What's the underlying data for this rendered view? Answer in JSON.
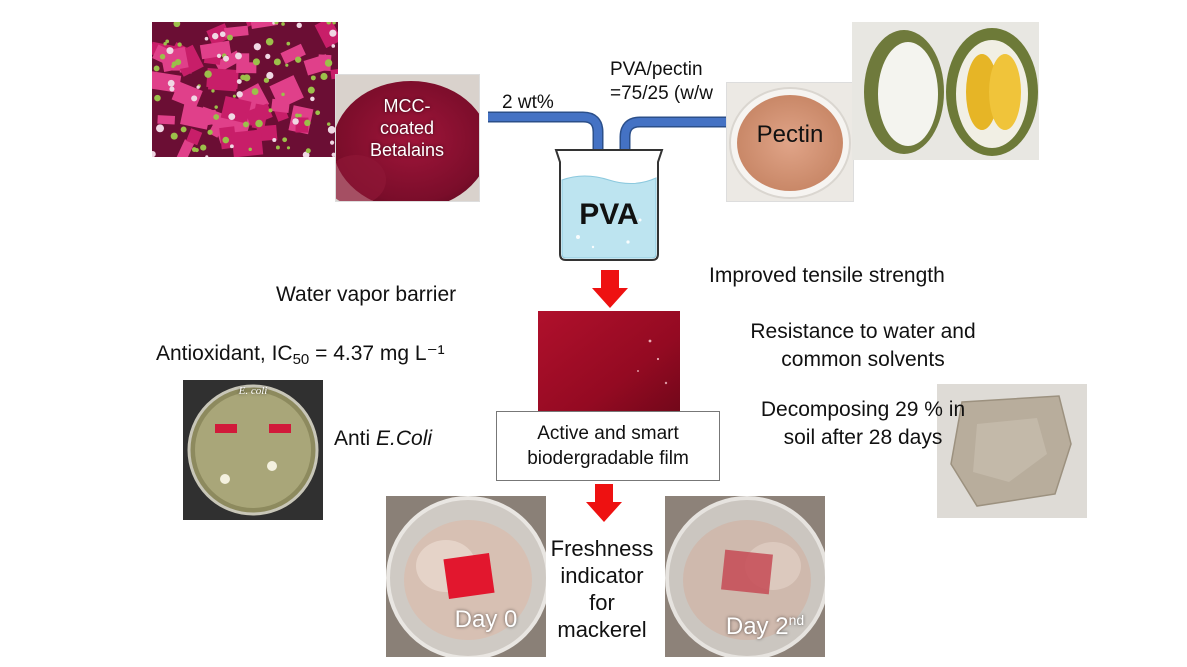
{
  "labels": {
    "mcc_coated": "MCC-\ncoated\nBetalains",
    "pectin_label": "Pectin",
    "wt": "2 wt%",
    "pva_pectin": "PVA/pectin\n=75/25 (w/w",
    "pva": "PVA",
    "water_vapor": "Water vapor barrier",
    "antioxidant_prefix": "Antioxidant, IC",
    "antioxidant_sub": "50",
    "antioxidant_suffix": " = 4.37 mg L⁻¹",
    "ecoli_plate_label": "E. coli",
    "anti_prefix": "Anti ",
    "anti_italic": "E.Coli",
    "tensile": "Improved tensile strength",
    "resistance": "Resistance to water and\ncommon solvents",
    "decompose": "Decomposing 29 % in\nsoil after 28 days",
    "film_box": "Active and smart\nbiodergradable film",
    "freshness": "Freshness\nindicator\nfor\nmackerel",
    "day0": "Day 0",
    "day2_prefix": "Day 2",
    "day2_sup": "nd"
  },
  "colors": {
    "tube_blue": "#4472c4",
    "arrow_red": "#ee1111",
    "beaker_liquid": "#bde4f0",
    "film_red": "#a80c25"
  },
  "icons": [
    "beaker-icon",
    "down-arrow-icon",
    "pipe-icon"
  ]
}
